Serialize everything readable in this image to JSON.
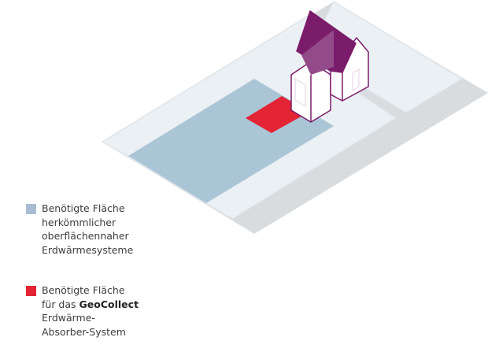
{
  "legend": [
    {
      "color": "#a9bcd3",
      "lines": [
        "Benötigte Fläche",
        "herkömmlicher",
        "oberflächennaher",
        "Erdwärmesysteme"
      ]
    },
    {
      "color": "#e32434",
      "line1": "Benötigte Fläche",
      "line2_prefix": "für das ",
      "line2_bold": "GeoCollect",
      "lines_rest": [
        "Erdwärme-",
        "Absorber-System"
      ]
    }
  ],
  "colors": {
    "plot": "#ebf0f4",
    "road": "#d8dcdf",
    "conventional_area": "#aac6d6",
    "geocollect_area": "#e32434",
    "roof": "#7b1c6a",
    "house_outline": "#7b1c6a"
  }
}
